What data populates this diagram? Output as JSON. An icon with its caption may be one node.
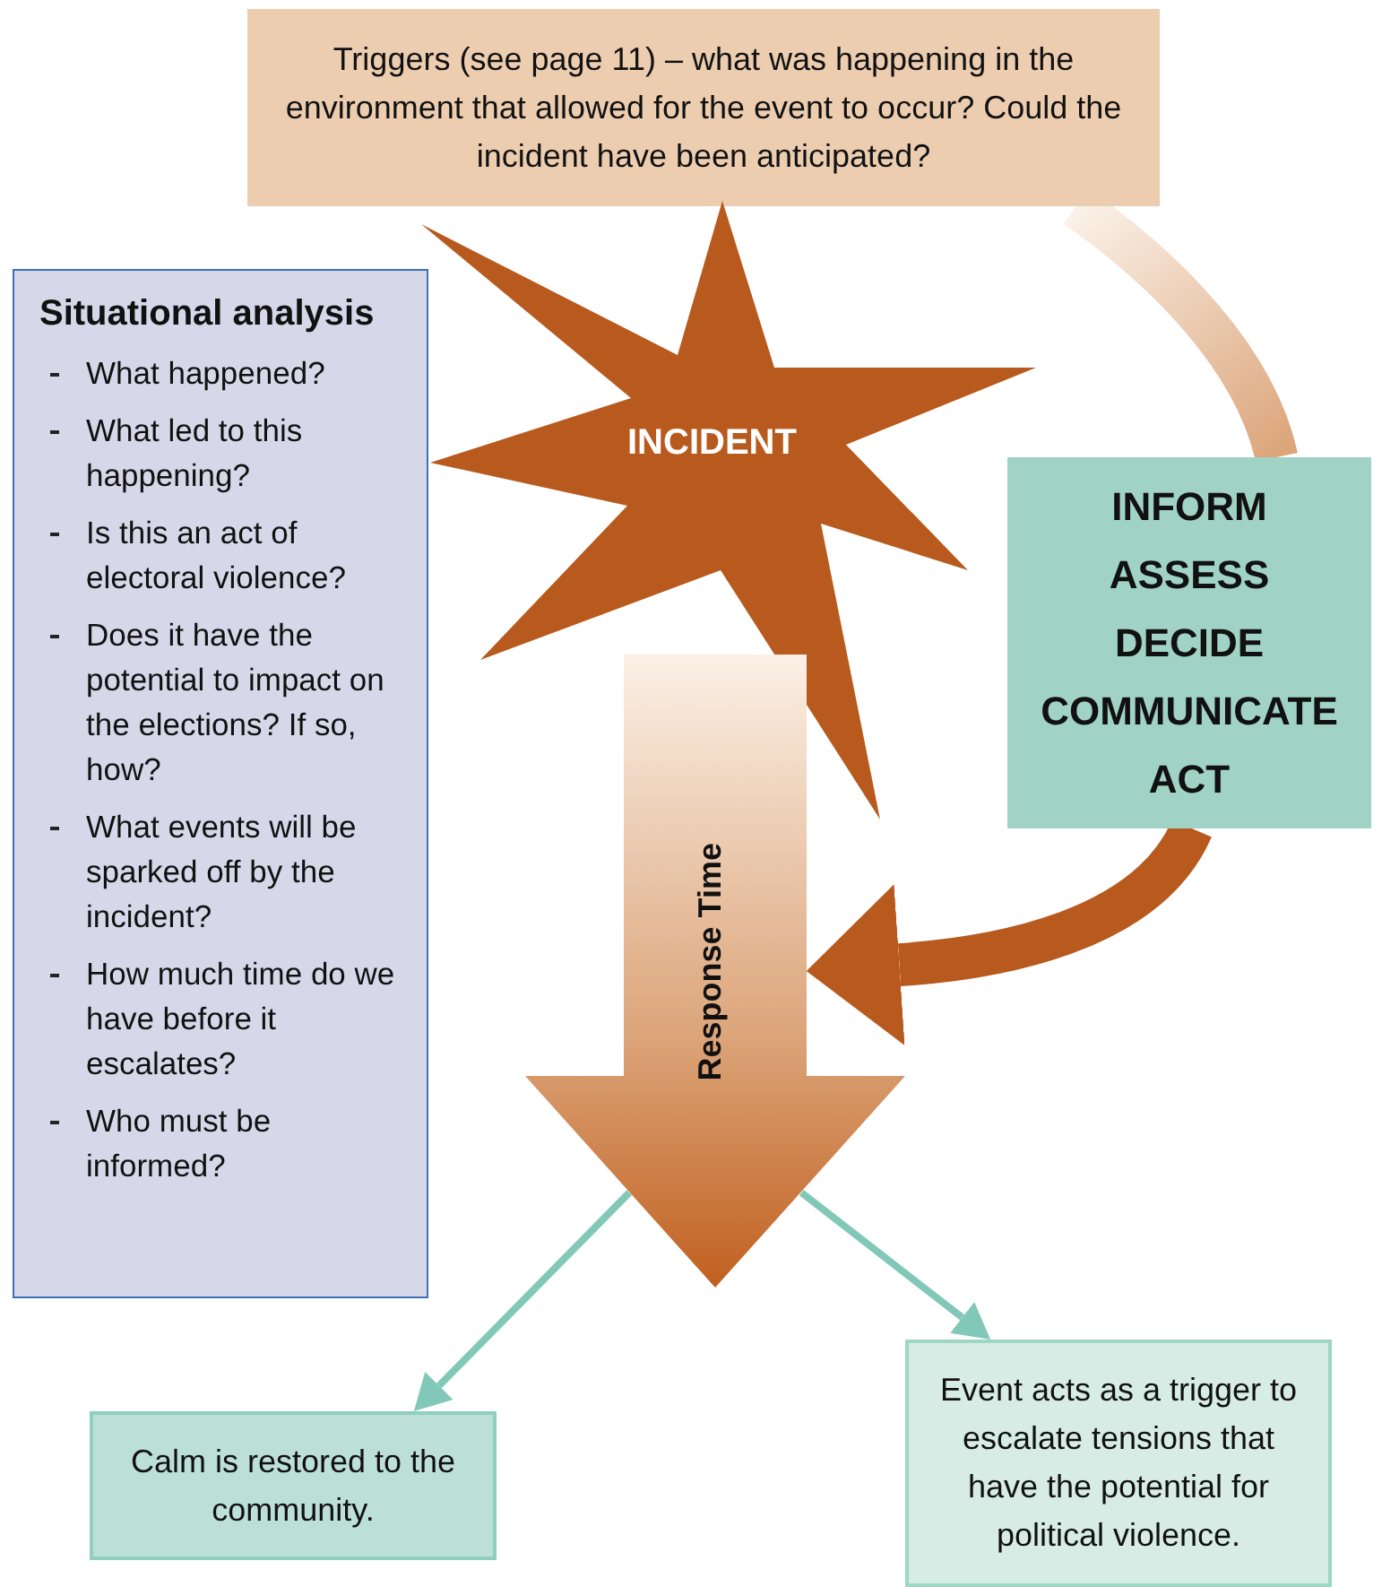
{
  "diagram": {
    "nodes": [
      {
        "text": [
          "Triggers (see page 11) – what was happening in the environment that allowed for the event to occur? Could the incident have been anticipated?"
        ]
      },
      {
        "text": [
          "INCIDENT"
        ]
      },
      {
        "text": [
          "Situational analysis",
          "What happened?",
          "What led to this happening?",
          "Is this an act of electoral violence?",
          "Does it have the potential to impact on the elections? If so, how?",
          "What events will be sparked off by the incident?",
          "How much time do we have before it escalates?",
          "Who must be informed?"
        ]
      },
      {
        "text": [
          "INFORM",
          "ASSESS",
          "DECIDE",
          "COMMUNICATE",
          "ACT"
        ]
      },
      {
        "text": [
          "Response Time"
        ]
      },
      {
        "text": [
          "Calm is restored to the community."
        ]
      },
      {
        "text": [
          "Event acts as a trigger to escalate tensions that have the potential for political violence."
        ]
      }
    ],
    "edges": [
      {
        "from": 0,
        "to": 3,
        "arrow": "none",
        "style": "thick",
        "color": "#dca57a"
      },
      {
        "from": 3,
        "to": 4,
        "arrow": "to",
        "style": "thick",
        "color": "#b85a1e"
      },
      {
        "from": 4,
        "to": 5,
        "arrow": "to"
      },
      {
        "from": 4,
        "to": 6,
        "arrow": "to"
      }
    ]
  }
}
